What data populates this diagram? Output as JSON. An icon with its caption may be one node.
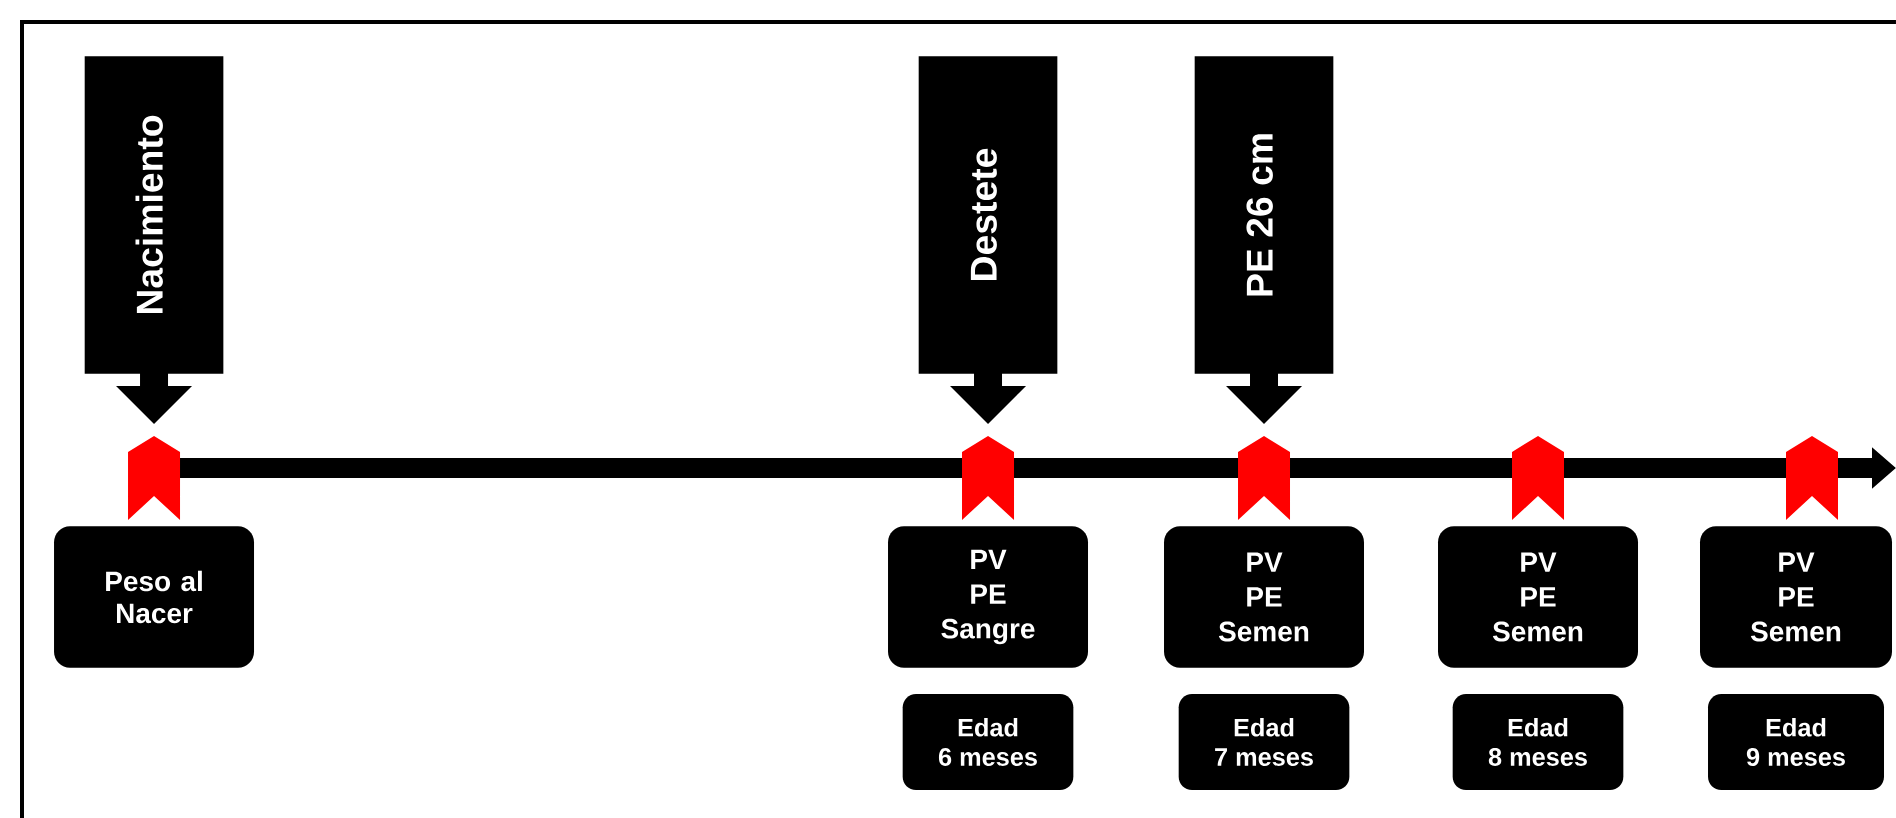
{
  "diagram": {
    "nodes": [
      {
        "text": [
          "Nacimiento"
        ]
      },
      {
        "text": [
          "Destete"
        ]
      },
      {
        "text": [
          "PE 26 cm"
        ]
      },
      {
        "text": [
          "Peso al Nacer"
        ]
      },
      {
        "text": [
          "PV",
          "PE",
          "Sangre"
        ]
      },
      {
        "text": [
          "PV",
          "PE",
          "Semen"
        ]
      },
      {
        "text": [
          "PV",
          "PE",
          "Semen"
        ]
      },
      {
        "text": [
          "PV",
          "PE",
          "Semen"
        ]
      },
      {
        "text": [
          "Edad",
          "6 meses"
        ]
      },
      {
        "text": [
          "Edad",
          "7 meses"
        ]
      },
      {
        "text": [
          "Edad",
          "8 meses"
        ]
      },
      {
        "text": [
          "Edad",
          "9 meses"
        ]
      }
    ]
  }
}
